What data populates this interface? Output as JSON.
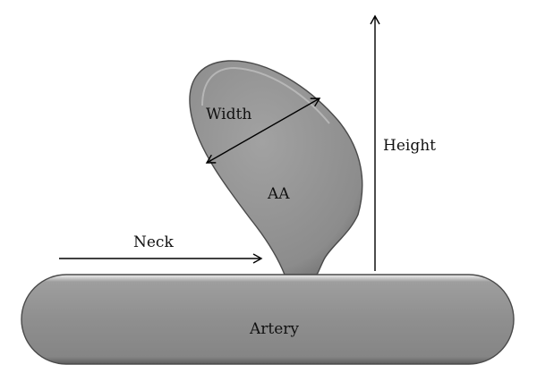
{
  "labels": {
    "width": "Width",
    "height": "Height",
    "aneurysm": "AA",
    "neck": "Neck",
    "artery": "Artery"
  },
  "colors": {
    "shape_fill": "#8e8e8e",
    "shape_edge": "#4a4a4a",
    "line": "#000000"
  }
}
